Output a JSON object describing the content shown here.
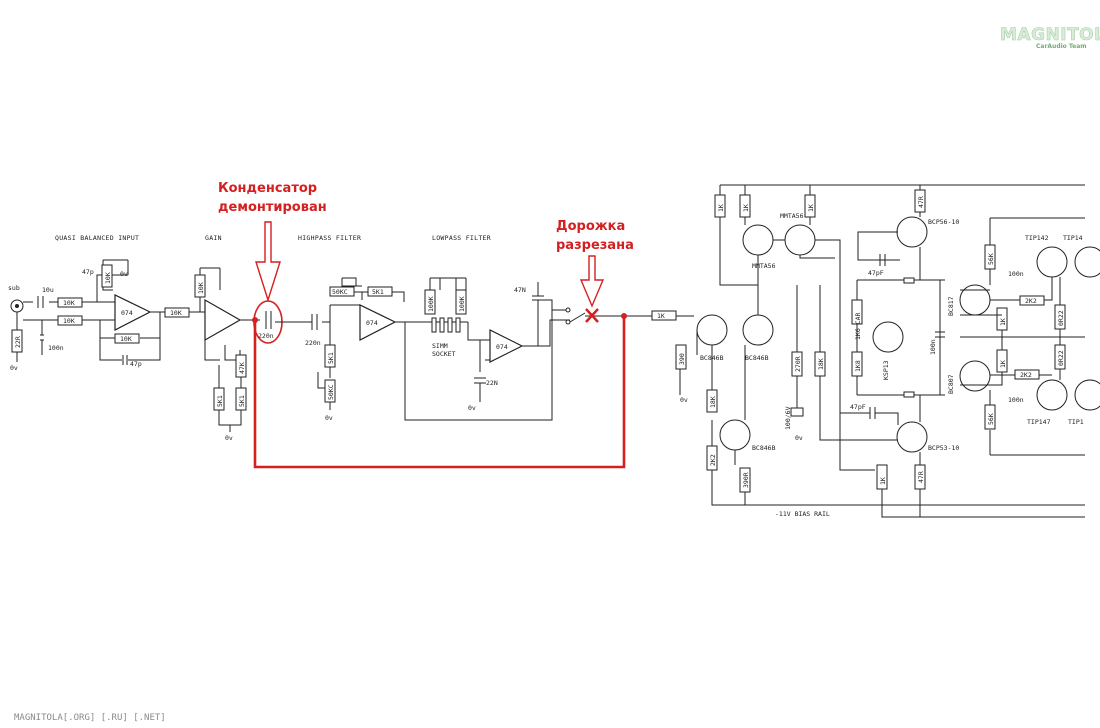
{
  "watermark": {
    "brand": "MAGNITOLA",
    "tagline": "CarAudio Team"
  },
  "footer": {
    "text": "MAGNITOLA[.ORG] [.RU] [.NET]"
  },
  "annotations": {
    "capacitor": {
      "line1": "Конденсатор",
      "line2": "демонтирован"
    },
    "trace": {
      "line1": "Дорожка",
      "line2": "разрезана"
    }
  },
  "accent_colors": {
    "annotation": "#d42020",
    "wire": "#222222",
    "watermark": "#a9cfa9"
  },
  "sections": {
    "input": "QUASI BALANCED INPUT",
    "gain": "GAIN",
    "highpass": "HIGHPASS FILTER",
    "lowpass": "LOWPASS FILTER",
    "bias": "-11V BIAS RAIL"
  },
  "labels": {
    "sub": "sub",
    "zero_v": "0v",
    "r_22r": "22R",
    "c_10u": "10u",
    "c_47p": "47p",
    "r_10k": "10K",
    "c_100n": "100n",
    "op_074": "074",
    "r_50kc": "50KC",
    "r_5k1": "5K1",
    "c_220n": "220n",
    "r_100k": "100K",
    "simm": "SIMM",
    "socket": "SOCKET",
    "c_47n": "47N",
    "c_22n": "22N",
    "r_47k": "47K",
    "r_1k": "1K",
    "r_390": "390",
    "r_270r": "270R",
    "r_18k": "18K",
    "r_2k2": "2K2",
    "r_390r": "390R",
    "c_100_6v": "100/6V",
    "bc846b": "BC846B",
    "mmta56": "MMTA56",
    "bcp56": "BCP56-10",
    "bcp53": "BCP53-10",
    "r_47r": "47R",
    "c_47pf": "47pF",
    "r_1k6": "1K6 CAR",
    "r_1k8": "1K8",
    "ksp13": "KSP13",
    "bc807": "BC807",
    "bc817": "BC817",
    "tip142": "TIP142",
    "tip147": "TIP147",
    "r_56k": "56K",
    "r_0r22": "0R22",
    "tip14": "TIP14",
    "tip1": "TIP1"
  }
}
